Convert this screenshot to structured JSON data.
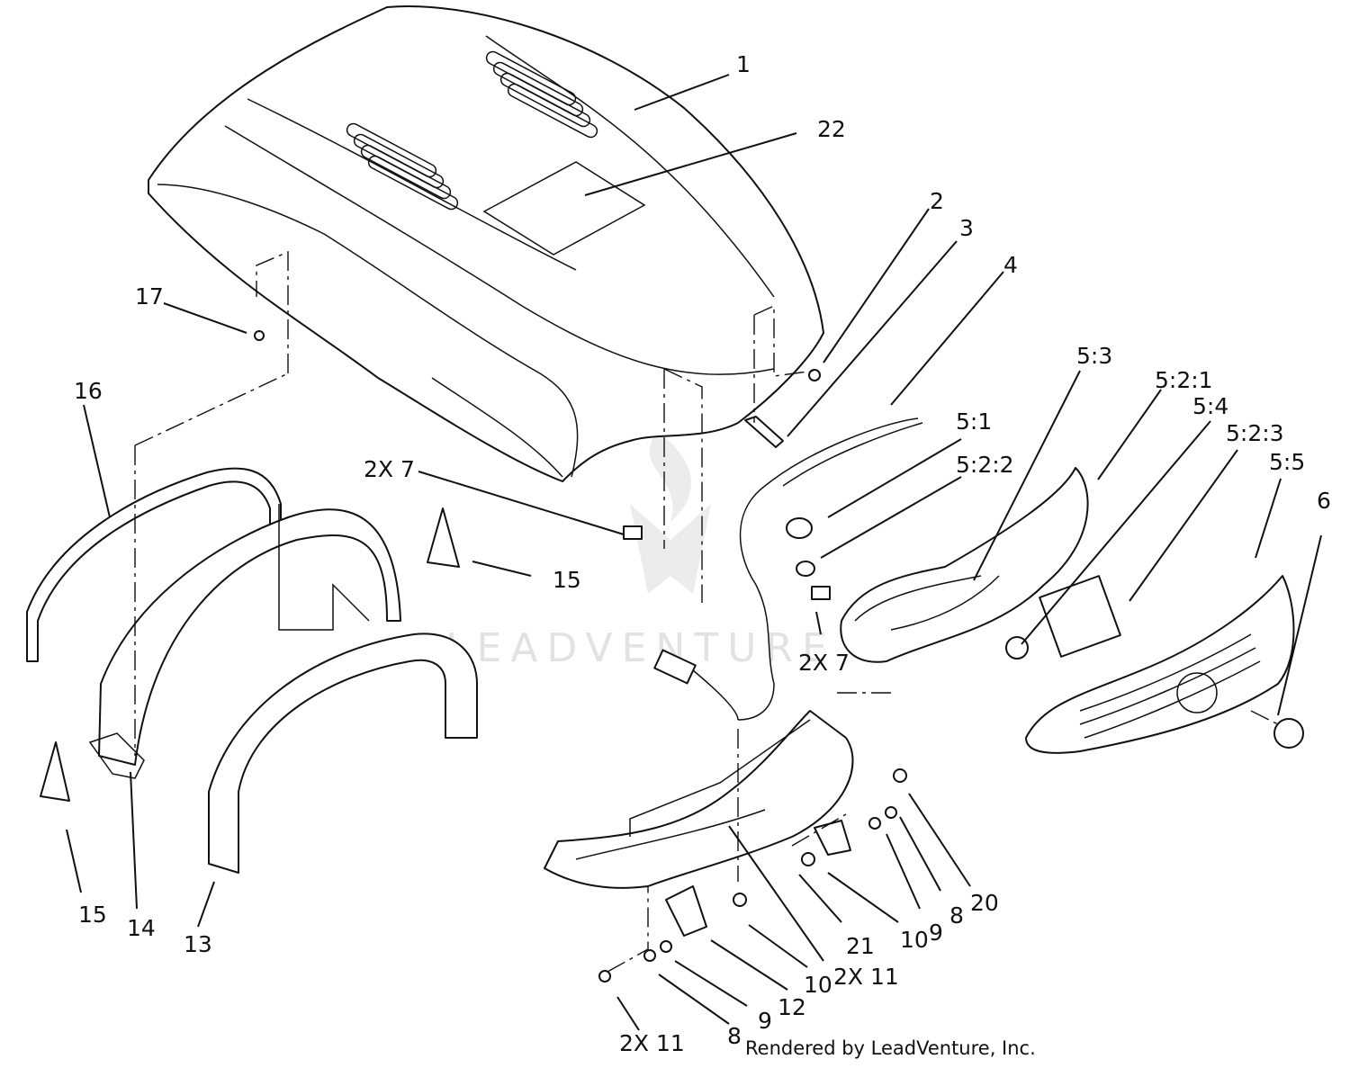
{
  "watermark": {
    "text": "LEADVENTURE"
  },
  "credit": {
    "text": "Rendered by LeadVenture, Inc."
  },
  "callouts": {
    "c1": "1",
    "c22": "22",
    "c2": "2",
    "c3": "3",
    "c4": "4",
    "c17": "17",
    "c16": "16",
    "c2x7a": "2X 7",
    "c51": "5:1",
    "c522": "5:2:2",
    "c53": "5:3",
    "c521": "5:2:1",
    "c54": "5:4",
    "c523": "5:2:3",
    "c55": "5:5",
    "c6": "6",
    "c15a": "15",
    "c2x7b": "2X 7",
    "c15b": "15",
    "c14": "14",
    "c13": "13",
    "c20": "20",
    "c8a": "8",
    "c9a": "9",
    "c10a": "10",
    "c21": "21",
    "c2x11a": "2X 11",
    "c10b": "10",
    "c12": "12",
    "c9b": "9",
    "c8b": "8",
    "c2x11b": "2X 11"
  }
}
